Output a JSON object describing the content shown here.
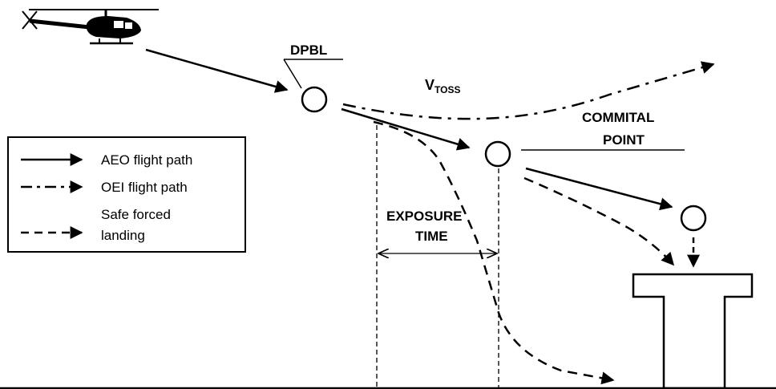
{
  "diagram": {
    "labels": {
      "dpbl": "DPBL",
      "vtoss_main": "V",
      "vtoss_sub": "TOSS",
      "commital_line1": "COMMITAL",
      "commital_line2": "POINT",
      "exposure_line1": "EXPOSURE",
      "exposure_line2": "TIME"
    },
    "legend": {
      "aeo": "AEO flight path",
      "oei": "OEI flight path",
      "safe_line1": "Safe forced",
      "safe_line2": "landing"
    },
    "colors": {
      "stroke": "#000000",
      "background": "#ffffff"
    },
    "icons": [
      "helicopter-icon",
      "arrowhead-icon",
      "circle-marker"
    ]
  }
}
